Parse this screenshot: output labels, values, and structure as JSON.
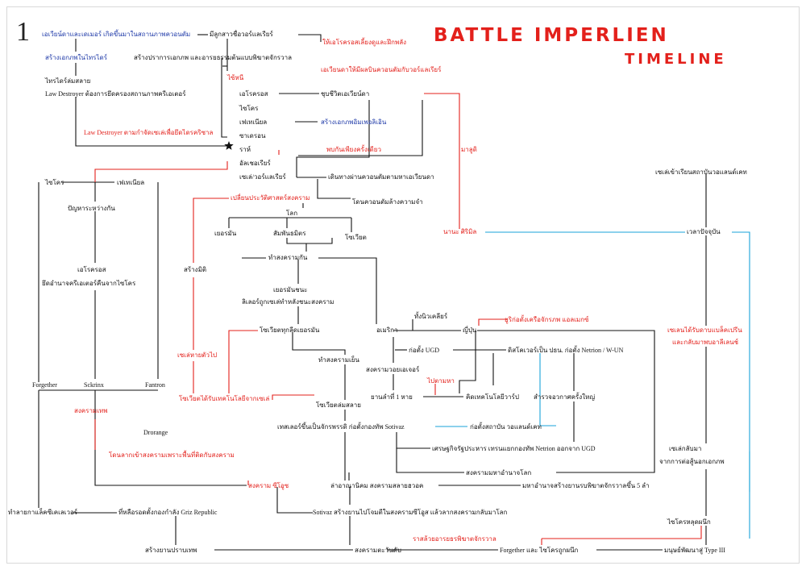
{
  "page_number": "1",
  "logo": {
    "title": "BATTLE IMPERLIEN",
    "subtitle": "TIMELINE"
  },
  "colors": {
    "black_line": "#111111",
    "red_line": "#e3201b",
    "blue_line": "#1aa3d9",
    "red_text": "#e3201b",
    "blue_text": "#1f3aa8"
  },
  "nodes": {
    "n1": "เอเวียน์ดาและเดเมอร์ เกิดขึ้นมาในสถานภาพควอนตัม",
    "n2": "มีลูกสาวชื่อวอร์แลเรียร์",
    "n3": "ให้เอโรครอสเลี้ยงดูและฝึกพลัง",
    "n4": "สร้างเอกภพในไทรไดร์",
    "n5": "สร้างปราการเอกภพ และอารยธรรมต้นแบบพิฆาตจักรวาล",
    "n6": "เอเวียนดาให้มีผลบินควอนตัมกับวอร์แลเรียร์",
    "n7": "ไซ้หนี",
    "n8": "ไทรไดร์ล่มสลาย",
    "n9": "Law Destroyer ต้องการยึดครองสถานภาพครีเอเตอร์",
    "n10": "เอโรครอส",
    "n11": "ชุบชีวิตเอเวียน์ดา",
    "n12": "ไซโคร",
    "n13": "เฟเทเนียล",
    "n14": "สร้างเอกภพอิมเพอลิเอิน",
    "n15": "ซาเดรอน",
    "n16": "ราห์",
    "n17": "อัลเชอเรียร์",
    "n18": "Law Destroyer ตามกำจัดเซเล่เพื่อยึดไดรคริซาล",
    "n19": "พบกันเพียงครั้งเดียว",
    "n20": "มาลูดิ",
    "n21": "เซเล่/วอร์แลเรียร์",
    "n22": "เดินทางผ่านควอนตัมตามหาเอเวียนดา",
    "n23": "ไซโคร",
    "n24": "เฟเทเนียล",
    "n25": "เปลี่ยนประวัติศาสตร์สงคราม",
    "n26": "โดนควอนตัมล้างความจำ",
    "n27": "ปัญหาระหว่างกัน",
    "n28": "โลก",
    "n29": "เยอรมัน",
    "n30": "สัมพันธมิตร",
    "n31": "โซเวียต",
    "n32": "นานะ ศิริมิล",
    "n33": "เวลาปัจจุบัน",
    "n34": "เซเล่เข้าเรียนสถาบันวอแลนด์เคท",
    "n35": "ทำสงครามกัน",
    "n36": "สร้างมิติ",
    "n37": "เอโรครอส",
    "n38": "ยึดอำนาจครีเอเตอร์คืนจากไซโคร",
    "n39": "เยอรมันชนะ",
    "n40": "ลิเลอร์ถูกเซเล่ทำหลังชนะสงคราม",
    "n41": "ทั้งนิวเคลียร์",
    "n42": "อเมริกา",
    "n43": "ญี่ปุ่น",
    "n44": "ยูริก่อตั้งเครือจักรภพ แอลเมกซ์",
    "n45": "เซเลนได้รับดาบแบล็คเปรีน",
    "n46": "และกลับมาพบอาลีเลนช์",
    "n47": "โซเวียตทุกลีดเยอรมัน",
    "n48": "เซเล่หายตัวไป",
    "n49": "ทำสงครามเย็น",
    "n50": "ก่อตั้ง UGD",
    "n51": "ดิสโคเวอร์เป็น ปธน. ก่อตั้ง Netrion / W-UN",
    "n52": "สงครามวอยเอเจอร์",
    "n53": "ไปตามหา",
    "n54": "ยานลำที่ 1 หาย",
    "n55": "คิดเทคโนโลยีวาร์ป",
    "n56": "สำรวจอวกาศครั้งใหญ่",
    "n57": "Forgether",
    "n58": "Sckrinx",
    "n59": "Fantron",
    "n60": "โซเวียตได้รับเทคโนโลยีจากเซเล่",
    "n61": "โซเวียตล่มสลาย",
    "n62": "สงครามเทพ",
    "n63": "Drorange",
    "n64": "เทสเลอร์ขึ้นเป็นจักรพรรดิ ก่อตั้งกองทัพ Sotivaz",
    "n65": "ก่อตั้งสถาบัน วอแลนด์เคท",
    "n66": "เซเล่กลับมา",
    "n67": "จากการต่อสู้นอกเอกภพ",
    "n68": "โดนลากเข้าสงครามเพราะพื้นที่ติดกับสงคราม",
    "n69": "เศรษฐกิจรัฐประหาร เทรนแยกกองทัพ Netrion ออกจาก UGD",
    "n70": "สงครามมหาอำนาจโลก",
    "n71": "สงคราม ซีโอูซ",
    "n72": "ล่าอาณานิคม สงครามสลายฮวอค",
    "n73": "มหาอำนาจสร้างยานรบพิฆาตจักรวาลขึ้น 5 ลำ",
    "n74": "ทำลายกาแล็คซีเคเลเวอร์",
    "n75": "ที่หลือรอดตั้งกองกำลัง Griz Republic",
    "n76": "Sotivaz สร้างยานไปโจมตีในสงครามซีโอูส แล้วลากสงครามกลับมาโลก",
    "n77": "ไซโครหลุดผนึก",
    "n78": "ราสล้วยอารยธรพิฆาตจักรวาล",
    "n79": "สร้างยานปราบเทพ",
    "n80": "สงครามตะวันดับ",
    "n81": "Forgether และ ไซโครถูกผนึก",
    "n82": "มนุษย์พัฒนาสู่ Type III"
  }
}
